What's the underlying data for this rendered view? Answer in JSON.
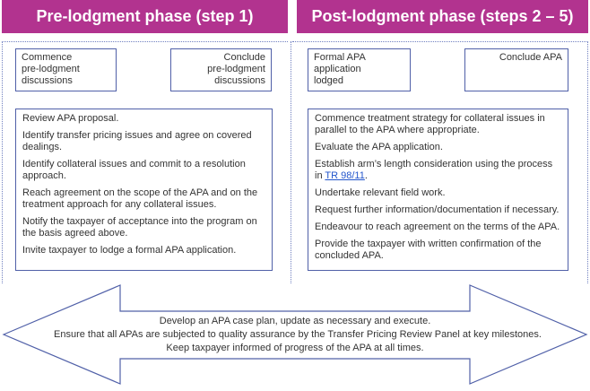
{
  "headers": {
    "pre": "Pre-lodgment phase (step 1)",
    "post": "Post-lodgment phase (steps 2 – 5)"
  },
  "pre_boxes": {
    "commence": [
      "Commence",
      "pre-lodgment",
      "discussions"
    ],
    "conclude": [
      "Conclude",
      "pre-lodgment",
      "discussions"
    ]
  },
  "post_boxes": {
    "formal": [
      "Formal APA",
      "application",
      "lodged"
    ],
    "conclude": [
      "Conclude APA"
    ]
  },
  "pre_list": [
    "Review APA proposal.",
    "Identify transfer pricing issues and agree on covered dealings.",
    "Identify collateral issues and commit to a resolution approach.",
    "Reach agreement on the scope of the APA and on the treatment approach for any collateral issues.",
    "Notify the taxpayer of acceptance into the program on the basis agreed above.",
    "Invite taxpayer to lodge a formal APA application."
  ],
  "post_list": [
    "Commence treatment strategy for collateral issues in parallel to the APA where appropriate.",
    "Evaluate the APA application.",
    {
      "text": "Establish arm’s length consideration using the process in ",
      "link": "TR 98/11",
      "after": "."
    },
    "Undertake relevant field work.",
    "Request further information/documentation if necessary.",
    "Endeavour to reach agreement on the terms of the APA.",
    "Provide the taxpayer with written confirmation of the concluded APA."
  ],
  "arrow_text": [
    "Develop an APA case plan, update as necessary and execute.",
    "Ensure that all APAs are subjected to quality assurance by the Transfer Pricing Review Panel at key milestones.",
    "Keep taxpayer informed of progress of the APA at all times."
  ],
  "colors": {
    "header_bg": "#b2338f",
    "header_text": "#ffffff",
    "box_border": "#5060a8",
    "arrow_stroke": "#5060a8",
    "link": "#2255cc"
  }
}
